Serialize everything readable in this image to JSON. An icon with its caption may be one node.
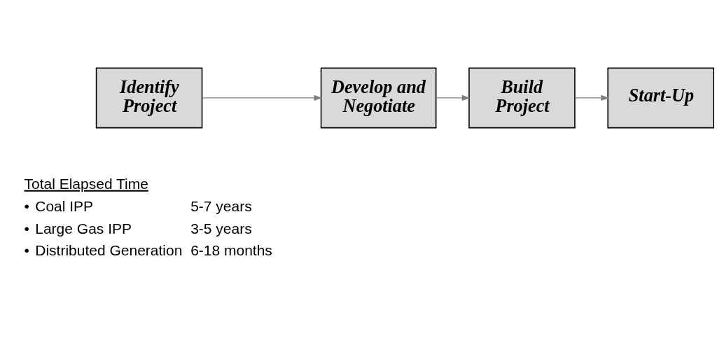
{
  "diagram": {
    "nodes": [
      {
        "text": [
          "Identify Project"
        ]
      },
      {
        "text": [
          "Develop and Negotiate"
        ]
      },
      {
        "text": [
          "Build Project"
        ]
      },
      {
        "text": [
          "Start-Up"
        ]
      }
    ],
    "edges": [
      {
        "from": 0,
        "to": 1,
        "arrow": "to"
      },
      {
        "from": 1,
        "to": 2,
        "arrow": "to"
      },
      {
        "from": 2,
        "to": 3,
        "arrow": "to"
      }
    ],
    "labels": [
      "Total Elapsed Time",
      "•",
      "Coal IPP",
      "5-7 years",
      "•",
      "Large Gas IPP",
      "3-5 years",
      "•",
      "Distributed Generation",
      "6-18 months"
    ]
  }
}
